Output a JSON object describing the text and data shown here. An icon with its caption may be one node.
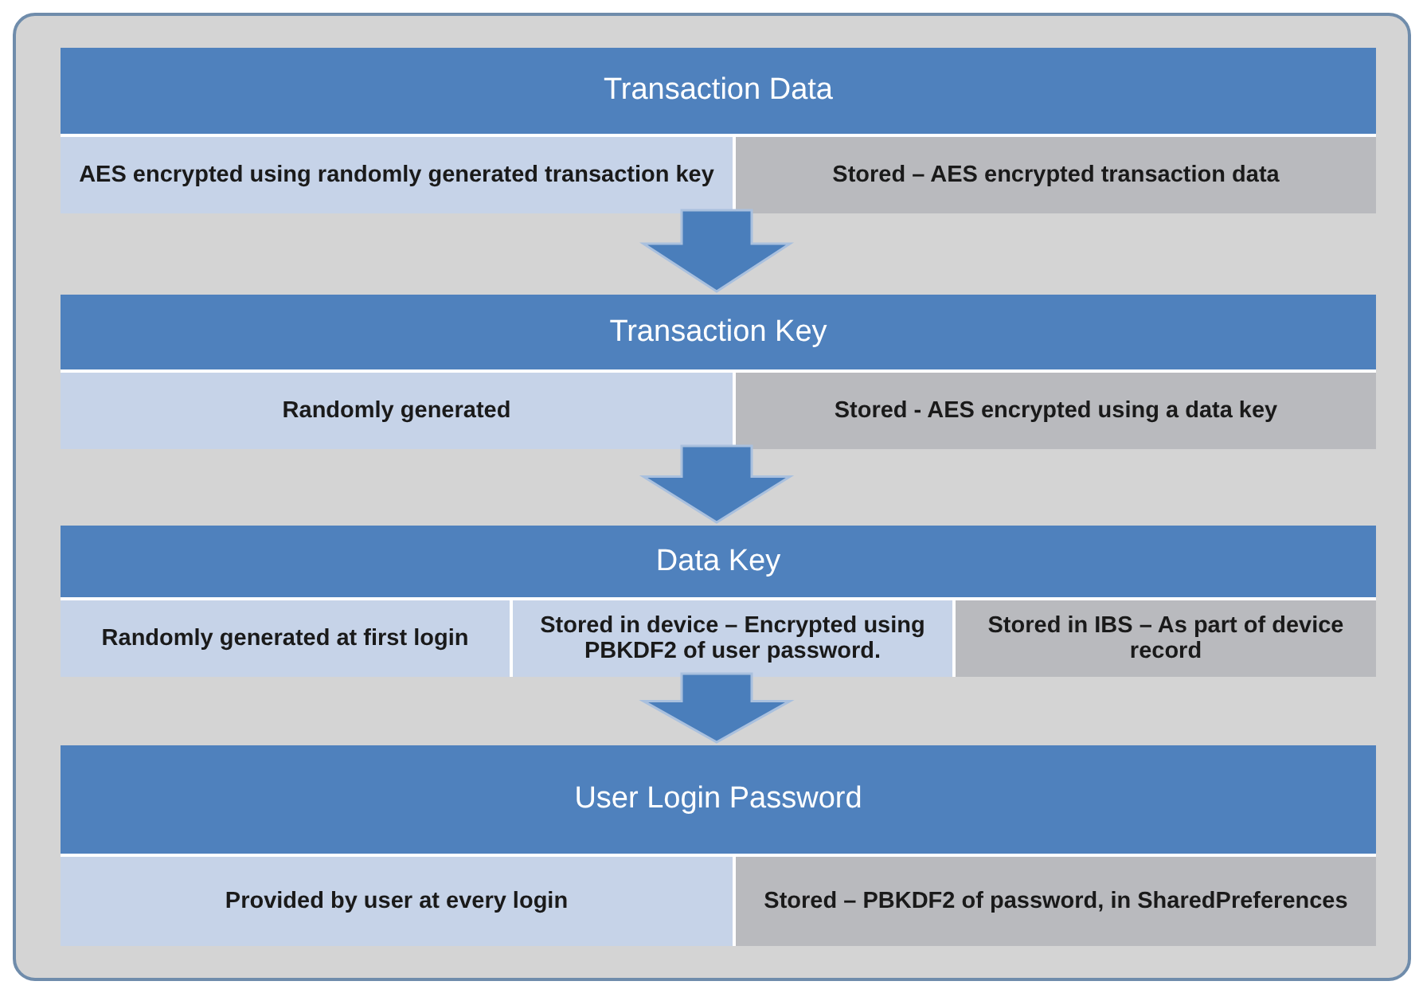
{
  "diagram": {
    "nodes": [
      {
        "text": [],
        "shape": "box"
      },
      {
        "text": [
          "Transaction Data"
        ],
        "in": 0
      },
      {
        "text": [
          "AES encrypted using randomly generated transaction key"
        ],
        "in": 1
      },
      {
        "text": [
          "Stored – AES encrypted transaction data"
        ],
        "in": 1
      },
      {
        "text": [
          "Transaction Key"
        ],
        "in": 0
      },
      {
        "text": [
          "Randomly generated"
        ],
        "in": 4
      },
      {
        "text": [
          "Stored - AES encrypted using a data key"
        ],
        "in": 4
      },
      {
        "text": [
          "Data Key"
        ],
        "in": 0
      },
      {
        "text": [
          "Randomly generated at first login"
        ],
        "in": 7
      },
      {
        "text": [
          "Stored in device – Encrypted using PBKDF2 of user password."
        ],
        "in": 7
      },
      {
        "text": [
          "Stored in IBS – As part of device record"
        ],
        "in": 7
      },
      {
        "text": [
          "User Login Password"
        ],
        "in": 0
      },
      {
        "text": [
          "Provided by user at every login"
        ],
        "in": 11
      },
      {
        "text": [
          "Stored – PBKDF2 of password, in SharedPreferences"
        ],
        "in": 11
      }
    ],
    "edges": [
      {
        "from": 1,
        "to": 4,
        "arrow": "to"
      },
      {
        "from": 4,
        "to": 7,
        "arrow": "to"
      },
      {
        "from": 7,
        "to": 11,
        "arrow": "to"
      }
    ]
  }
}
